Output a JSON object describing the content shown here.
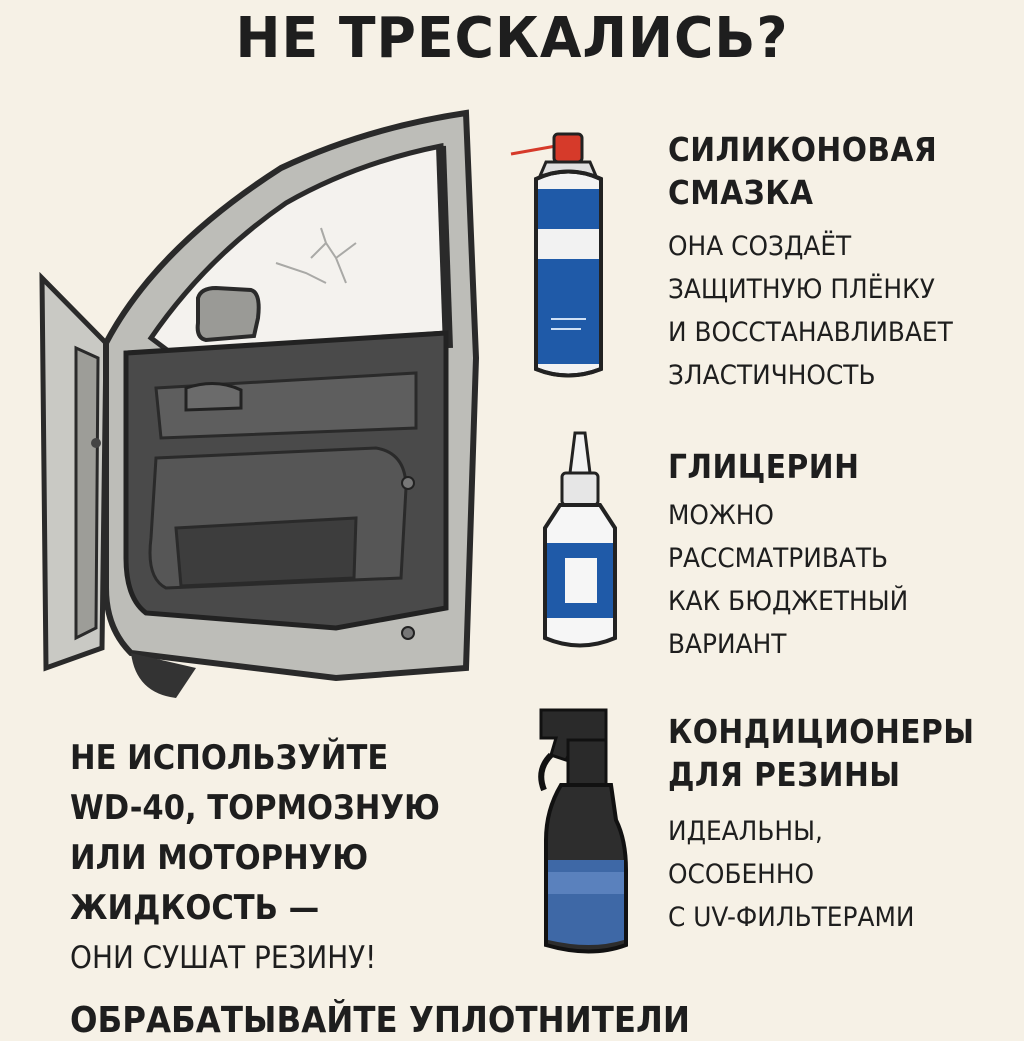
{
  "title": "НЕ ТРЕСКАЛИСЬ?",
  "items": [
    {
      "heading": [
        "СИЛИКОНОВАЯ",
        "СМАЗКА"
      ],
      "desc": [
        "ОНА СОЗДАЁТ",
        "ЗАЩИТНУЮ ПЛЁНКУ",
        "И ВОССТАНАВЛИВАЕТ",
        "ЗЛАСТИЧНОСТЬ"
      ],
      "icon": "spray-can-icon"
    },
    {
      "heading": [
        "ГЛИЦЕРИН"
      ],
      "desc": [
        "МОЖНО",
        "РАССМАТРИВАТЬ",
        "КАК БЮДЖЕТНЫЙ",
        "ВАРИАНТ"
      ],
      "icon": "glycerin-bottle-icon"
    },
    {
      "heading": [
        "КОНДИЦИОНЕРЫ",
        "ДЛЯ РЕЗИНЫ"
      ],
      "desc": [
        "ИДЕАЛЬНЫ,",
        "ОСОБЕННО",
        "С UV-ФИЛЬТЕРАМИ"
      ],
      "icon": "spray-bottle-icon"
    }
  ],
  "warning": {
    "bold_lines": [
      "НЕ ИСПОЛЬЗУЙТЕ",
      "WD-40, ТОРМОЗНУЮ",
      "ИЛИ МОТОРНУЮ",
      "ЖИДКОСТЬ —"
    ],
    "normal_line": "ОНИ СУШАТ РЕЗИНУ!"
  },
  "bottom_text": "ОБРАБАТЫВАЙТЕ УПЛОТНИТЕЛИ",
  "colors": {
    "background": "#f6f1e6",
    "text": "#1e1e1e",
    "can_blue": "#1f5aa8",
    "can_red": "#d63a2a",
    "door_gray": "#bdbdb8",
    "interior": "#4a4a4a"
  }
}
